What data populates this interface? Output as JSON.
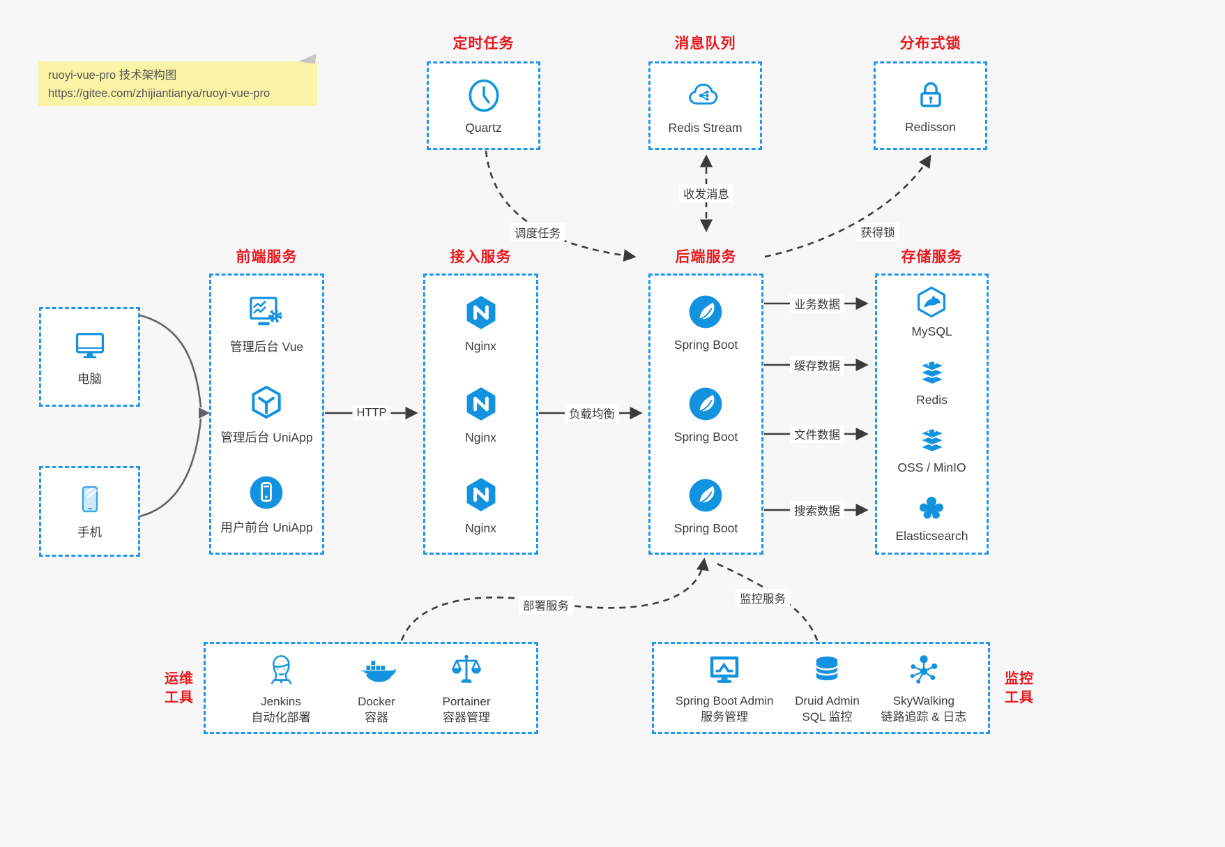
{
  "colors": {
    "blue": "#1392e0",
    "red": "#e8191f",
    "arrow_dark": "#3b3b3b",
    "client_arrow": "#5f6368",
    "note_bg": "#fbf3a6",
    "box_border": "#2095ef"
  },
  "note": {
    "line1": "ruoyi-vue-pro 技术架构图",
    "line2": "https://gitee.com/zhijiantianya/ruoyi-vue-pro"
  },
  "top_services": [
    {
      "title": "定时任务",
      "item": {
        "label": "Quartz",
        "icon": "clock-icon"
      }
    },
    {
      "title": "消息队列",
      "item": {
        "label": "Redis Stream",
        "icon": "cloud-mq-icon"
      }
    },
    {
      "title": "分布式锁",
      "item": {
        "label": "Redisson",
        "icon": "lock-icon"
      }
    }
  ],
  "clients": [
    {
      "label": "电脑",
      "icon": "desktop-icon"
    },
    {
      "label": "手机",
      "icon": "phone-icon"
    }
  ],
  "columns": [
    {
      "title": "前端服务",
      "items": [
        {
          "label": "管理后台 Vue",
          "icon": "admin-vue-icon"
        },
        {
          "label": "管理后台 UniApp",
          "icon": "uniapp-cube-icon"
        },
        {
          "label": "用户前台 UniApp",
          "icon": "user-app-icon"
        }
      ]
    },
    {
      "title": "接入服务",
      "items": [
        {
          "label": "Nginx",
          "icon": "nginx-icon"
        },
        {
          "label": "Nginx",
          "icon": "nginx-icon"
        },
        {
          "label": "Nginx",
          "icon": "nginx-icon"
        }
      ]
    },
    {
      "title": "后端服务",
      "items": [
        {
          "label": "Spring Boot",
          "icon": "spring-icon"
        },
        {
          "label": "Spring Boot",
          "icon": "spring-icon"
        },
        {
          "label": "Spring Boot",
          "icon": "spring-icon"
        }
      ]
    },
    {
      "title": "存储服务",
      "items": [
        {
          "label": "MySQL",
          "icon": "mysql-icon"
        },
        {
          "label": "Redis",
          "icon": "redis-icon"
        },
        {
          "label": "OSS / MinIO",
          "icon": "oss-icon"
        },
        {
          "label": "Elasticsearch",
          "icon": "elasticsearch-icon"
        }
      ]
    }
  ],
  "edges": {
    "http": "HTTP",
    "load_balance": "负载均衡",
    "schedule": "调度任务",
    "messages": "收发消息",
    "lock": "获得锁",
    "deploy": "部署服务",
    "monitor": "监控服务",
    "storage": [
      "业务数据",
      "缓存数据",
      "文件数据",
      "搜索数据"
    ]
  },
  "bottom_groups": [
    {
      "side": [
        "运维",
        "工具"
      ],
      "items": [
        {
          "label": "Jenkins",
          "sub": "自动化部署",
          "icon": "jenkins-icon"
        },
        {
          "label": "Docker",
          "sub": "容器",
          "icon": "docker-icon"
        },
        {
          "label": "Portainer",
          "sub": "容器管理",
          "icon": "portainer-icon"
        }
      ]
    },
    {
      "side": [
        "监控",
        "工具"
      ],
      "items": [
        {
          "label": "Spring Boot Admin",
          "sub": "服务管理",
          "icon": "sba-monitor-icon"
        },
        {
          "label": "Druid Admin",
          "sub": "SQL 监控",
          "icon": "druid-db-icon"
        },
        {
          "label": "SkyWalking",
          "sub": "链路追踪 & 日志",
          "icon": "skywalking-icon"
        }
      ]
    }
  ]
}
